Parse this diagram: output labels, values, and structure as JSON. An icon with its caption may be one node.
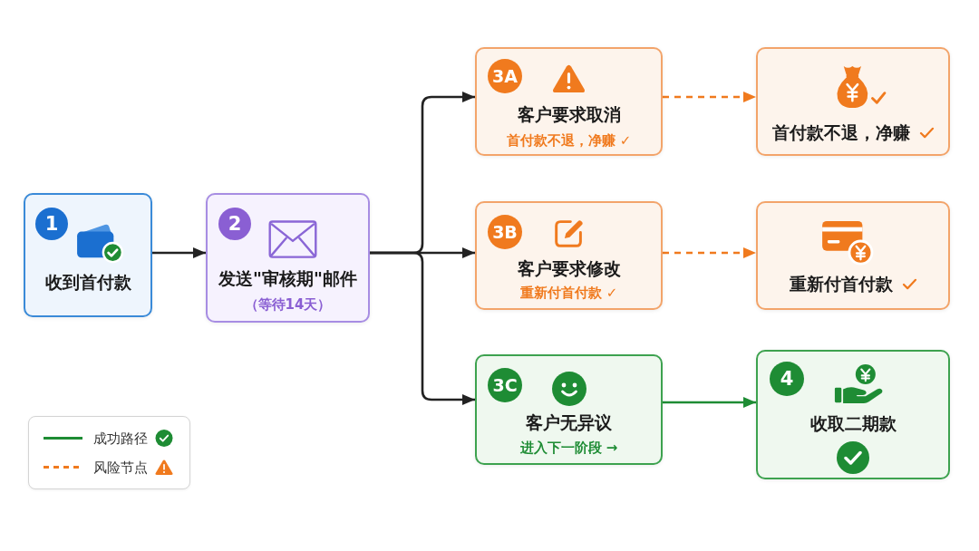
{
  "diagram": {
    "nodes": [
      {
        "text": [
          "1",
          "收到首付款"
        ]
      },
      {
        "text": [
          "2",
          "发送\"审核期\"邮件",
          "（等待14天）"
        ]
      },
      {
        "text": [
          "3A",
          "客户要求取消",
          "首付款不退，净赚 ✓"
        ]
      },
      {
        "text": [
          "首付款不退，净赚"
        ]
      },
      {
        "text": [
          "3B",
          "客户要求修改",
          "重新付首付款 ✓"
        ]
      },
      {
        "text": [
          "重新付首付款"
        ]
      },
      {
        "text": [
          "3C",
          "客户无异议",
          "进入下一阶段 →"
        ]
      },
      {
        "text": [
          "4",
          "收取二期款"
        ]
      }
    ],
    "edges": [
      {
        "from": 0,
        "to": 1,
        "arrow": "to"
      },
      {
        "from": 1,
        "to": 2,
        "arrow": "to"
      },
      {
        "from": 1,
        "to": 4,
        "arrow": "to"
      },
      {
        "from": 1,
        "to": 6,
        "arrow": "to"
      },
      {
        "from": 2,
        "to": 3,
        "arrow": "to",
        "style": "dashed",
        "color": "#f07a1e"
      },
      {
        "from": 4,
        "to": 5,
        "arrow": "to",
        "style": "dashed",
        "color": "#f07a1e"
      },
      {
        "from": 6,
        "to": 7,
        "arrow": "to",
        "color": "#1e8c34"
      }
    ],
    "legend": [
      {
        "text": "成功路径"
      },
      {
        "text": "风险节点"
      }
    ]
  }
}
